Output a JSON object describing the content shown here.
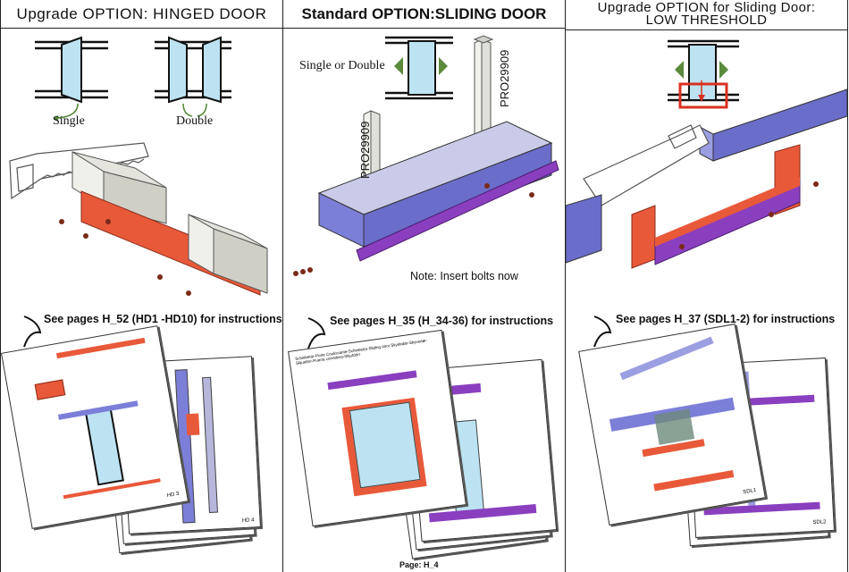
{
  "columns": [
    {
      "header": "Upgrade OPTION: HINGED DOOR",
      "labels": {
        "single": "Single",
        "double": "Double"
      },
      "see_pages": "See pages H_52 (HD1 -HD10) for instructions",
      "sheet_labels": [
        "HD 3",
        "HD 4"
      ]
    },
    {
      "header": "Standard OPTION:SLIDING DOOR",
      "labels": {
        "single_or_double": "Single or Double",
        "profile_a": "PRO29909",
        "profile_b": "PRO29909"
      },
      "note": "Note: Insert bolts now",
      "see_pages": "See pages H_35 (H_34-36) for instructions",
      "sheet_title": "Schiebetür-Porte Coulissante-Schiebetür-Sliding door Skydedør-Skyvedør-Skjutdörr-Puerta corredera-Skjutdörr"
    },
    {
      "header_line1": "Upgrade OPTION for Sliding Door:",
      "header_line2": "LOW THRESHOLD",
      "see_pages": "See pages H_37 (SDL1-2) for instructions",
      "sheet_labels": [
        "SDL1",
        "SDL2"
      ]
    }
  ],
  "footer": {
    "page": "Page: H_4"
  },
  "colors": {
    "steel": "#dcdcd6",
    "blue_profile": "#7c7fd8",
    "orange": "#e8593a",
    "purple": "#8a3fbf",
    "red_frame": "#d9301f",
    "arrow_green": "#5a8a3a",
    "glass": "#bde3f2"
  }
}
